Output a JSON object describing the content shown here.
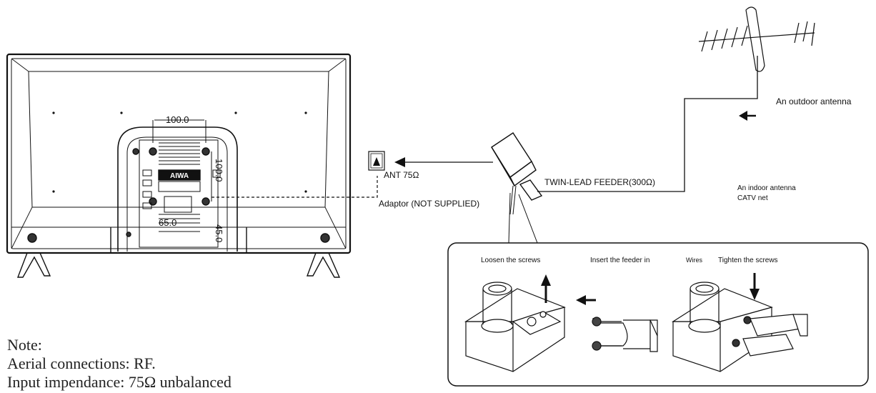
{
  "tv": {
    "dim_top": "100.0",
    "dim_side": "100.0",
    "dim_bottom": "65.0",
    "dim_small": "45.0",
    "brand_plate": "AIWA"
  },
  "labels": {
    "ant": "ANT 75Ω",
    "adaptor": "Adaptor  (NOT SUPPLIED)",
    "twin_lead": "TWIN-LEAD FEEDER(300Ω)",
    "outdoor": "An outdoor antenna",
    "indoor_line1": "An indoor antenna",
    "indoor_line2": "CATV net"
  },
  "steps": {
    "loosen": "Loosen the screws",
    "insert_main": "Insert the feeder in",
    "insert_sub": "Wires",
    "tighten": "Tighten the screws"
  },
  "note": {
    "title": "Note:",
    "line1": "Aerial connections: RF.",
    "line2": "Input impendance: 75Ω unbalanced"
  },
  "colors": {
    "line": "#111111",
    "background": "#ffffff"
  }
}
